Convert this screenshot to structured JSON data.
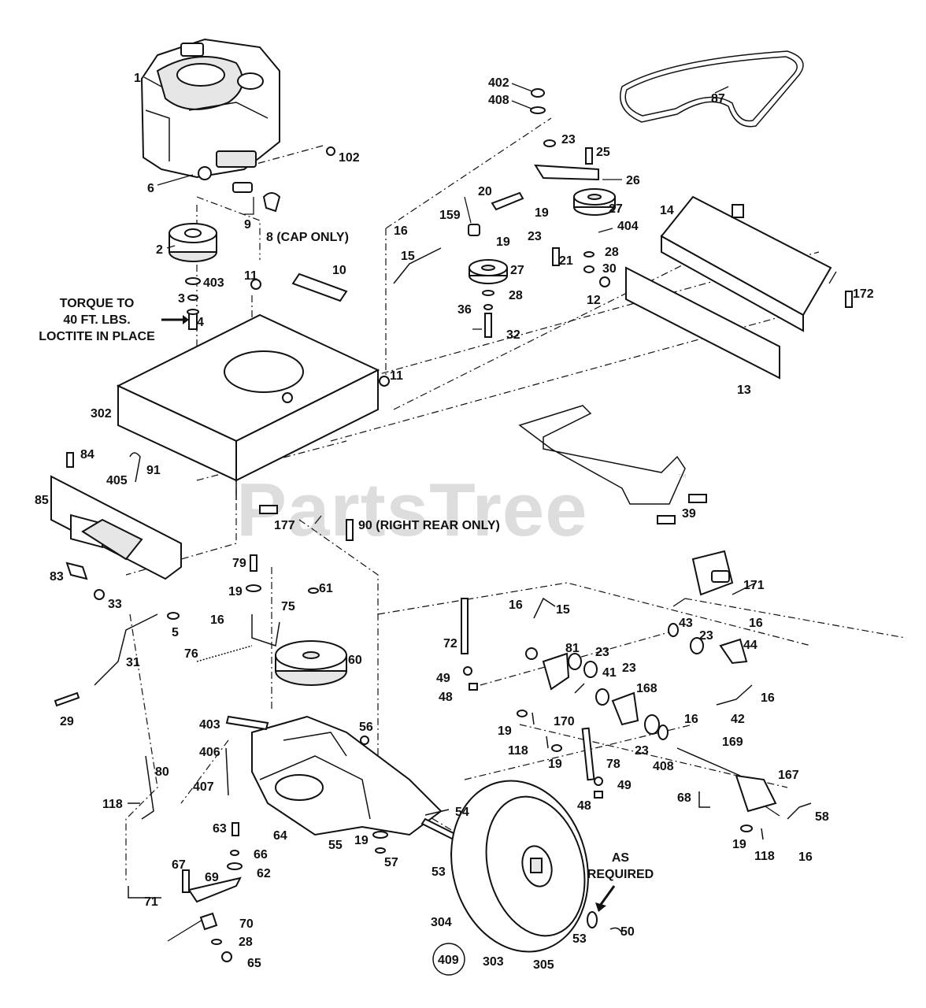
{
  "diagram": {
    "watermark": "PartsTree",
    "watermark_mark": "™",
    "labels": [
      "1",
      "102",
      "6",
      "9",
      "8 (CAP ONLY)",
      "2",
      "403",
      "3",
      "4",
      "11",
      "10",
      "302",
      "11",
      "402",
      "408",
      "87",
      "23",
      "25",
      "26",
      "20",
      "19",
      "27",
      "159",
      "16",
      "19",
      "15",
      "23",
      "404",
      "28",
      "21",
      "27",
      "28",
      "36",
      "32",
      "14",
      "30",
      "12",
      "172",
      "13",
      "84",
      "91",
      "405",
      "85",
      "177",
      "90 (RIGHT REAR ONLY)",
      "39",
      "83",
      "33",
      "79",
      "19",
      "61",
      "75",
      "5",
      "16",
      "31",
      "76",
      "60",
      "29",
      "403",
      "56",
      "406",
      "407",
      "80",
      "118",
      "63",
      "64",
      "55",
      "54",
      "66",
      "19",
      "57",
      "62",
      "67",
      "69",
      "71",
      "70",
      "28",
      "65",
      "53",
      "304",
      "303",
      "305",
      "409",
      "72",
      "15",
      "16",
      "81",
      "23",
      "41",
      "23",
      "49",
      "48",
      "168",
      "170",
      "19",
      "118",
      "19",
      "23",
      "78",
      "408",
      "49",
      "48",
      "171",
      "43",
      "23",
      "16",
      "44",
      "16",
      "16",
      "42",
      "169",
      "167",
      "68",
      "58",
      "19",
      "118",
      "16",
      "53",
      "50"
    ],
    "notes": {
      "torque": [
        "TORQUE TO",
        "40 FT. LBS.",
        "LOCTITE IN PLACE"
      ],
      "as_required": [
        "AS",
        "REQUIRED"
      ]
    }
  }
}
